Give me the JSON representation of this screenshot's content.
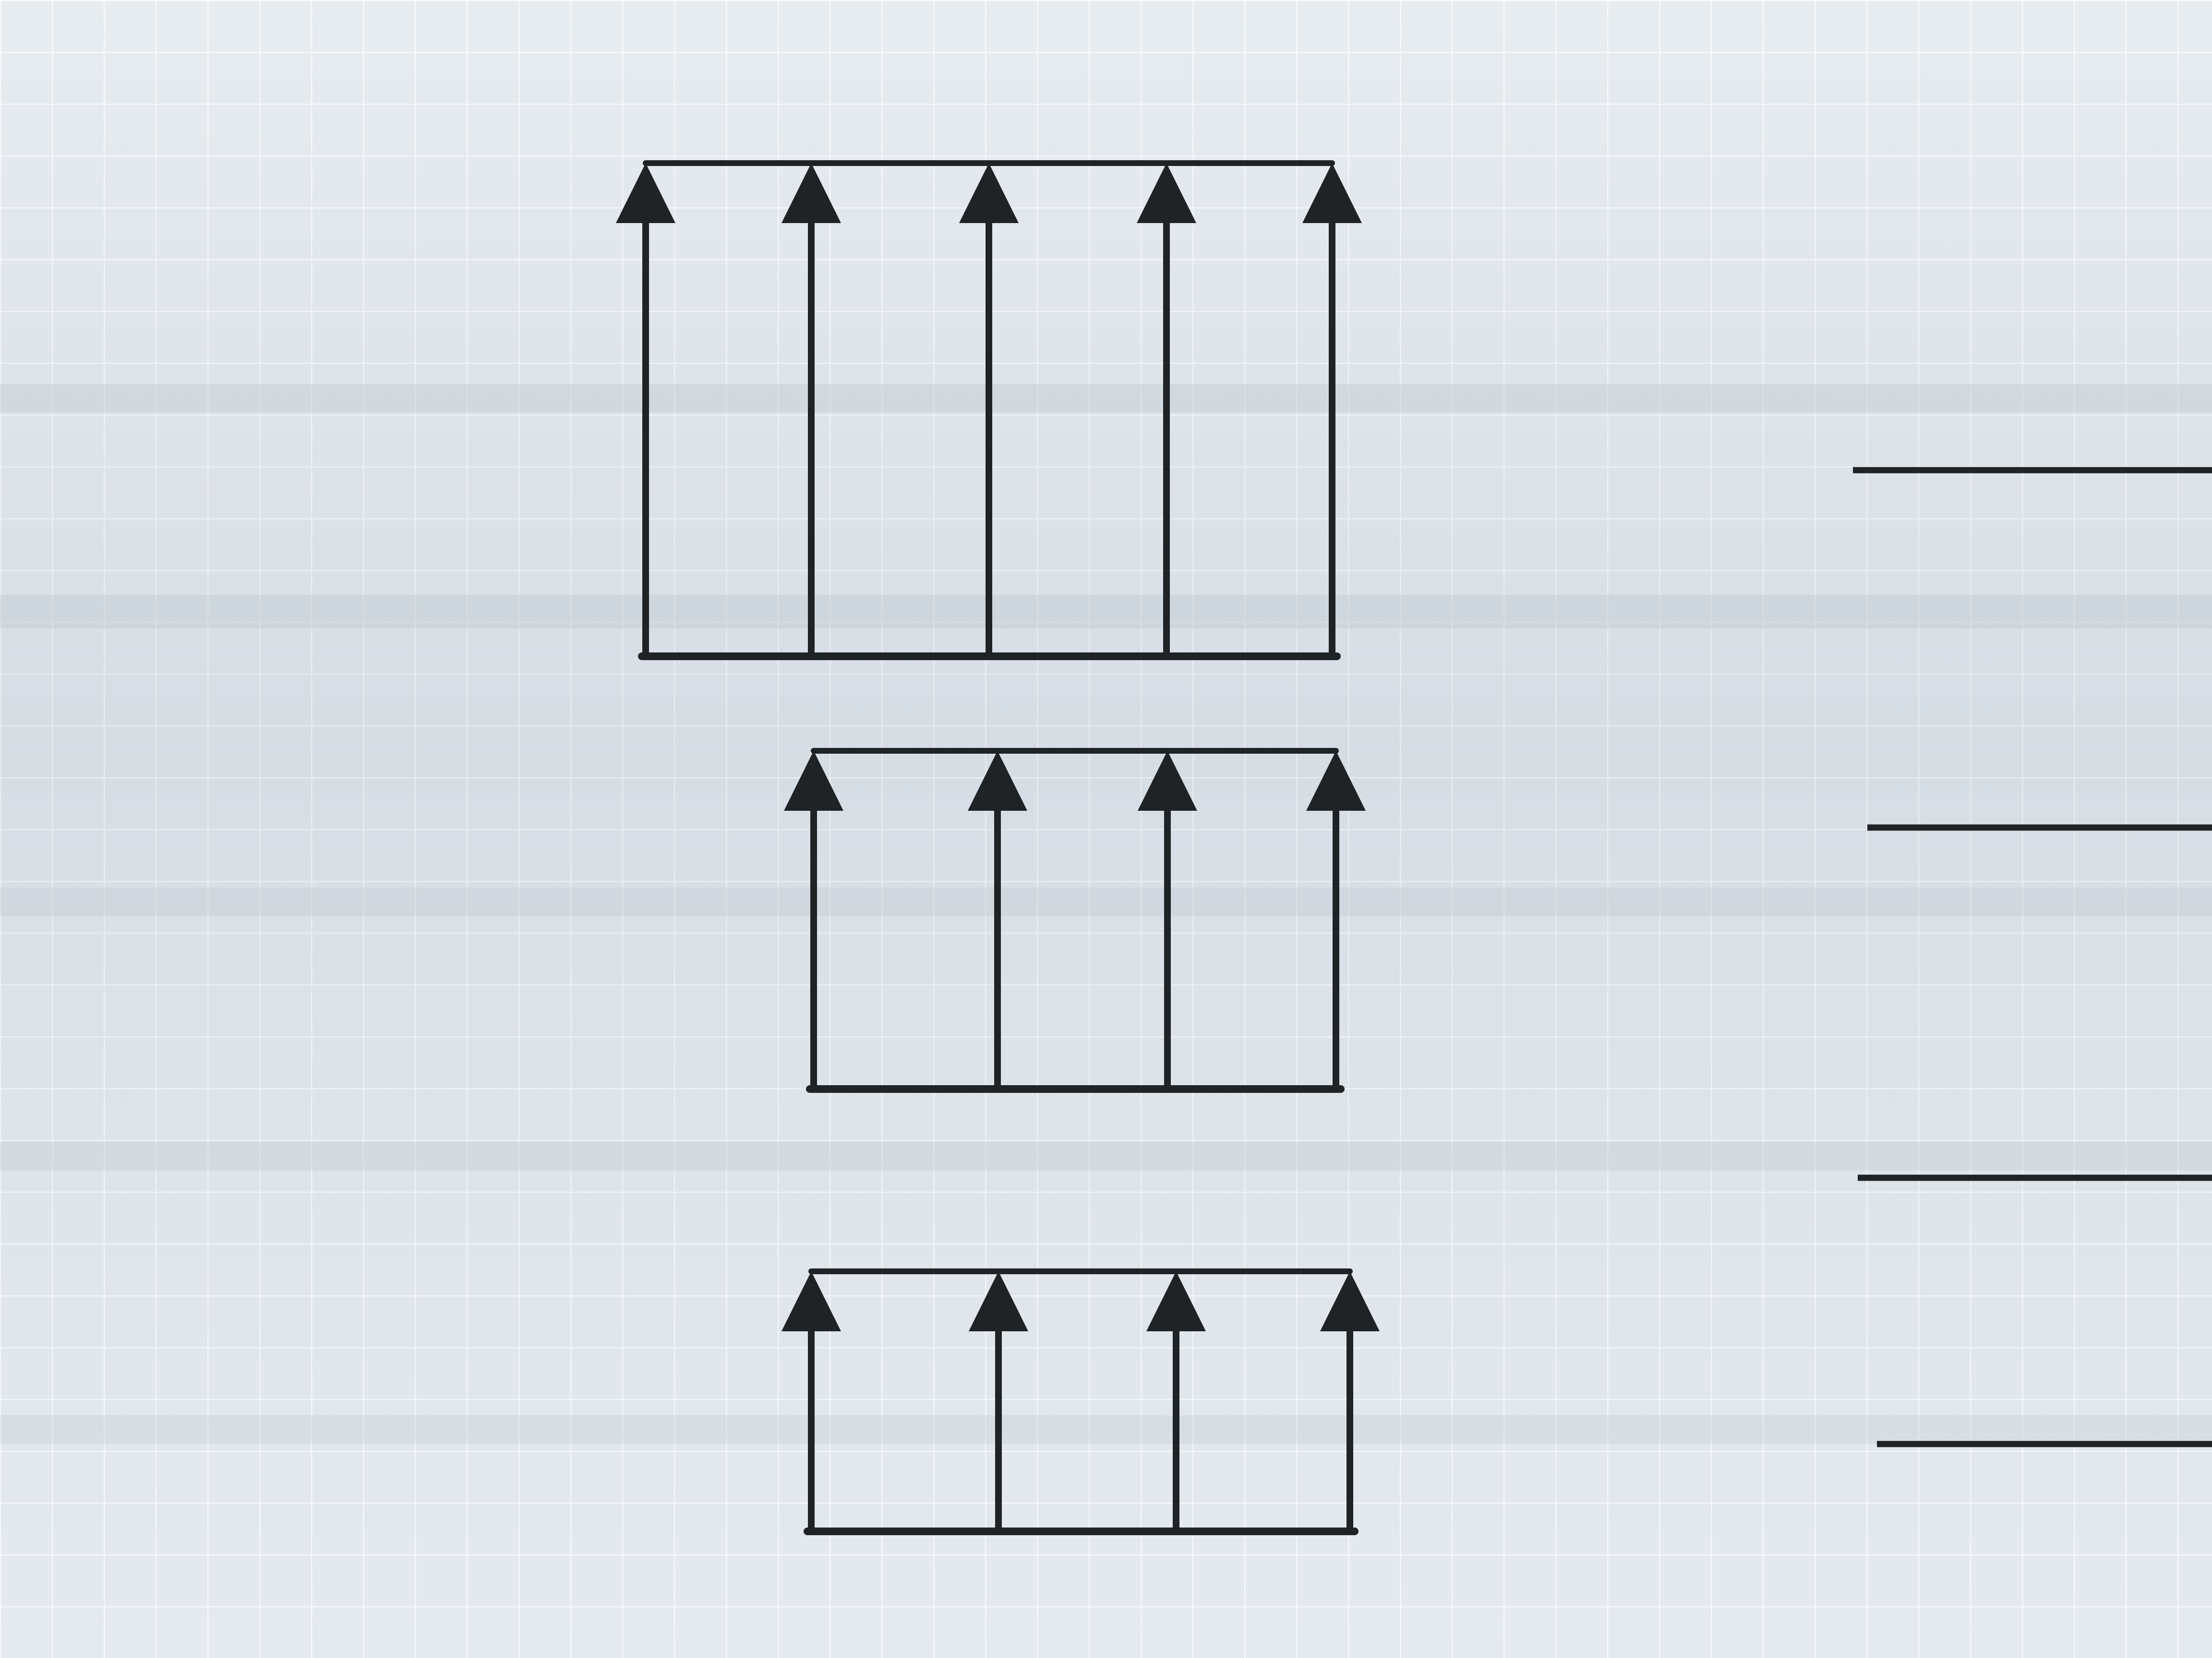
{
  "colors": {
    "paper": "#dfe6ec",
    "grid": "#f4f7fa",
    "shade": "#c9d2da",
    "ink": "#1f2326"
  },
  "diagrams": [
    {
      "arrow_count": 5,
      "answer_blank": ""
    },
    {
      "arrow_count": 4,
      "answer_blank": ""
    },
    {
      "arrow_count": 4,
      "answer_blank": ""
    }
  ],
  "extra_blank": {
    "answer_blank": ""
  }
}
